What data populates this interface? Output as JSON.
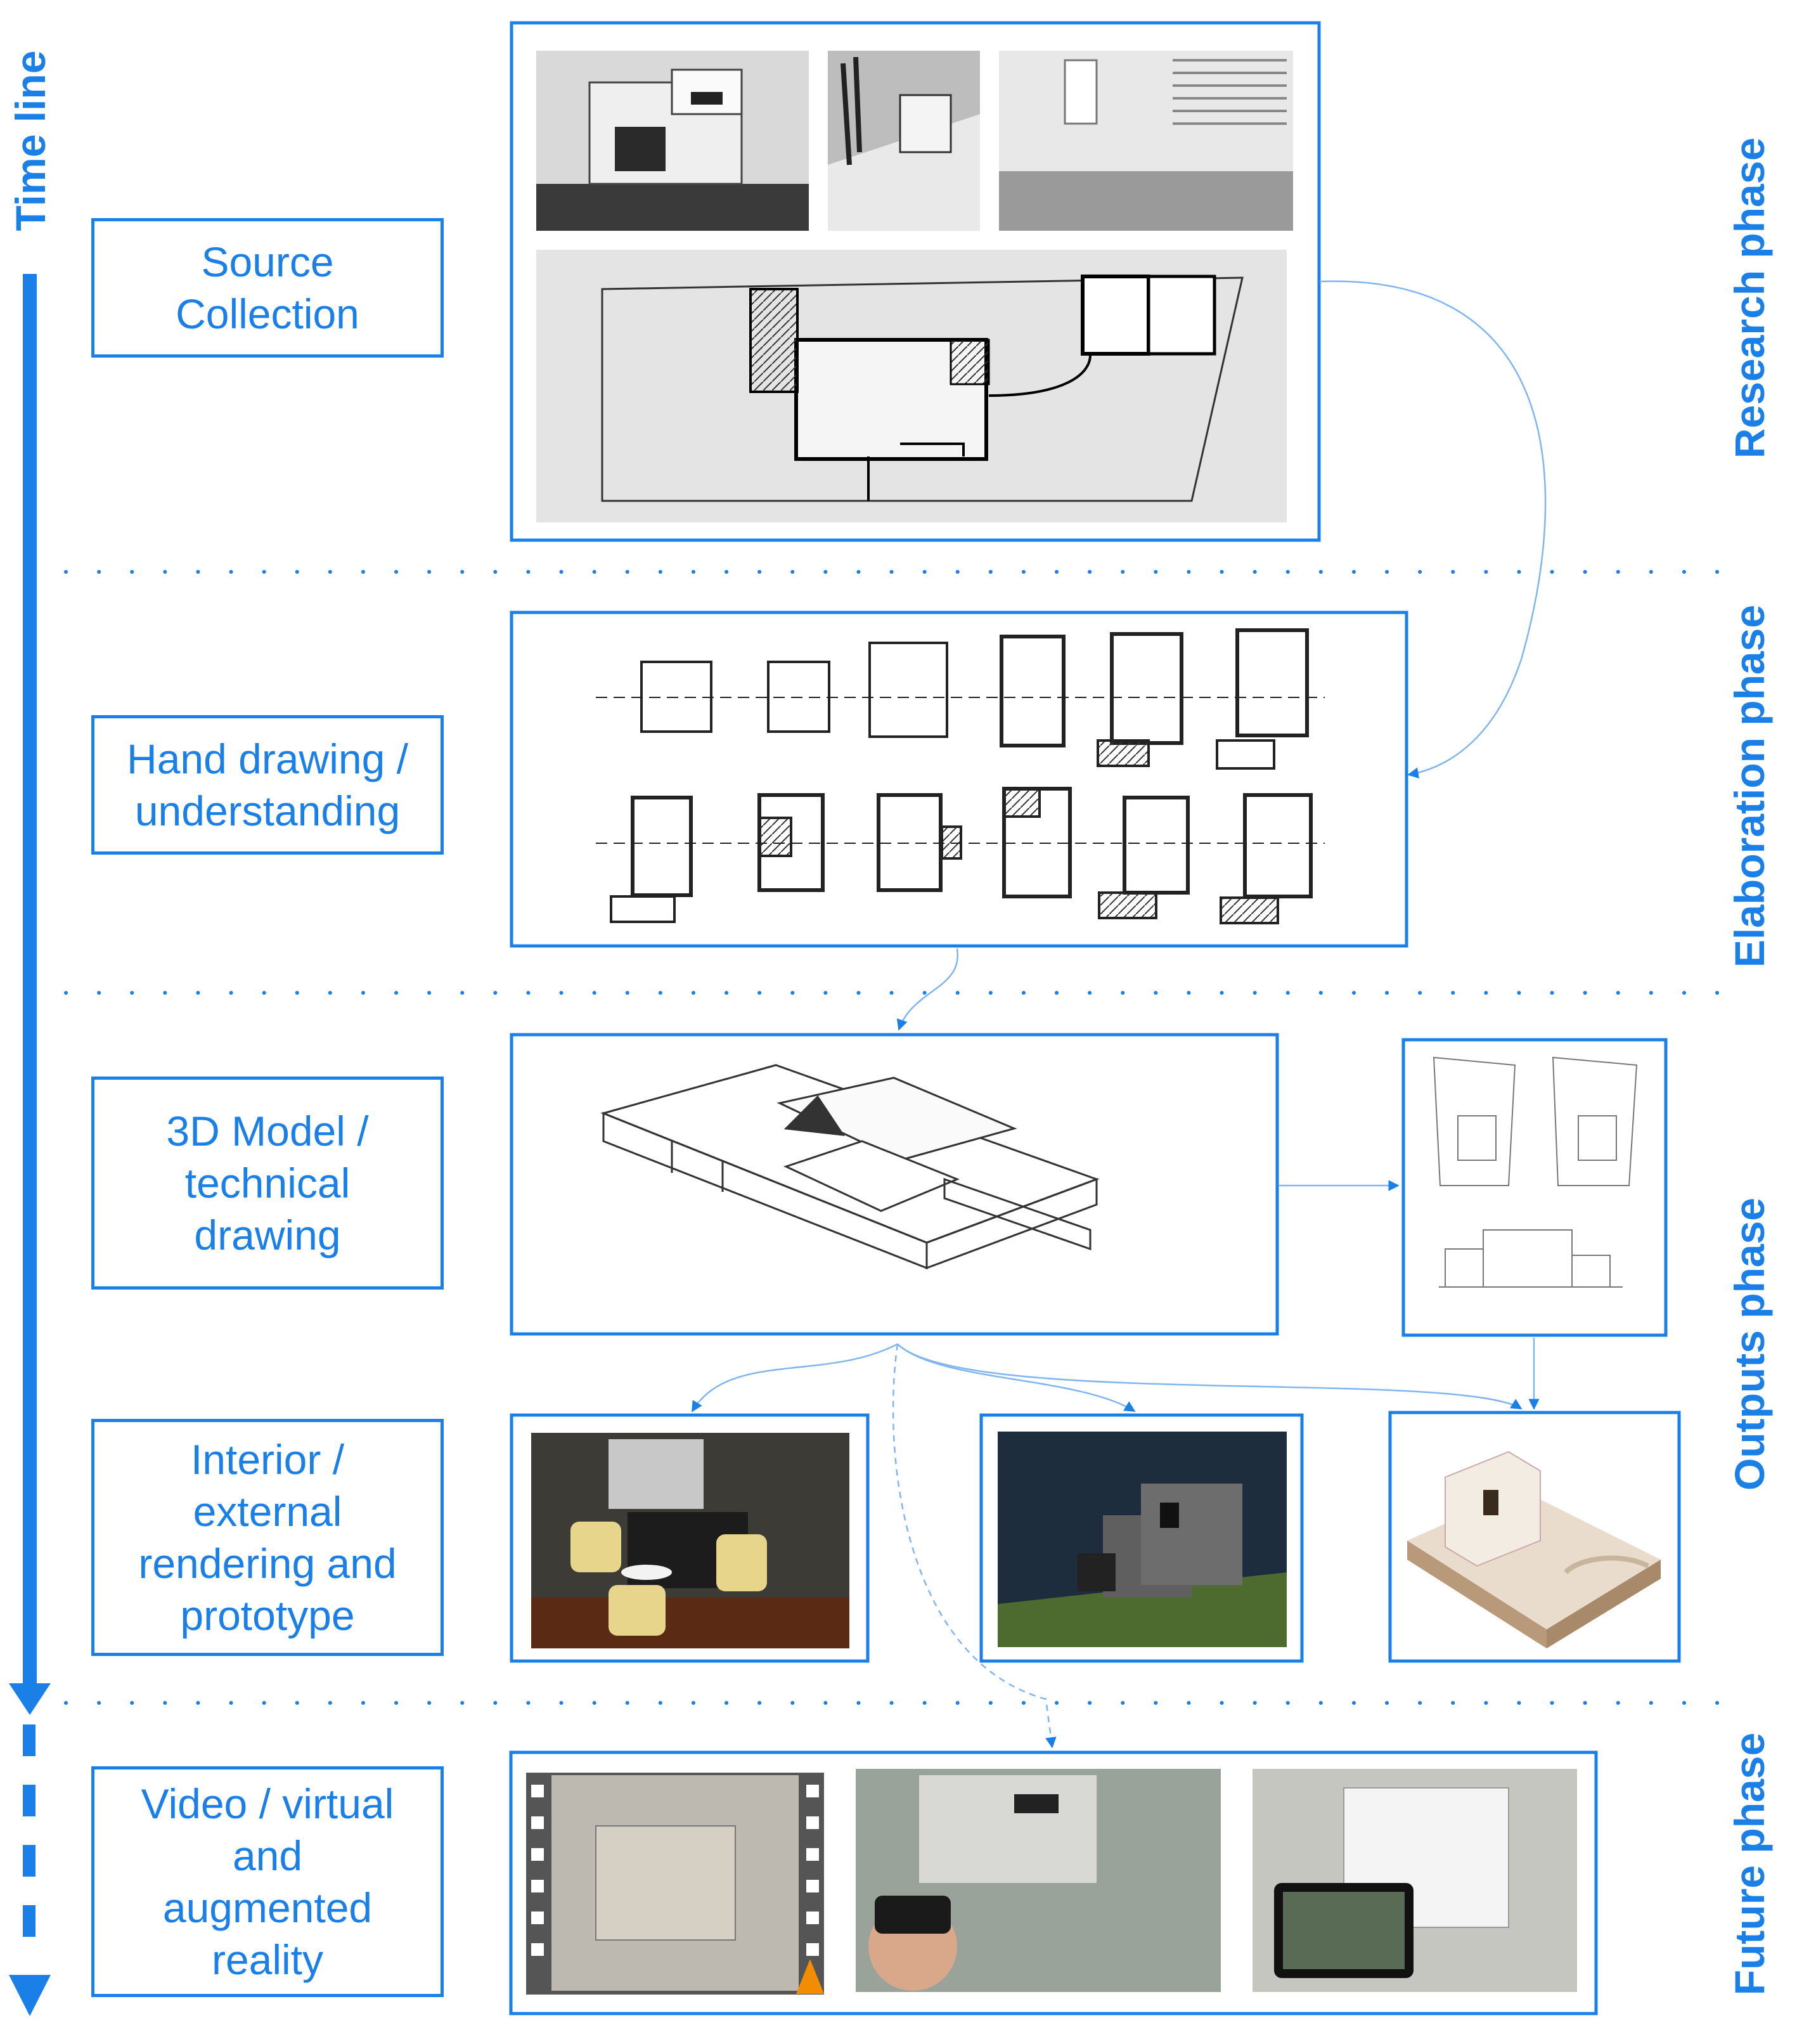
{
  "timeline": {
    "label": "Time line"
  },
  "phases": {
    "research": "Research phase",
    "elaboration": "Elaboration phase",
    "outputs": "Outputs phase",
    "future": "Future phase"
  },
  "steps": {
    "source": [
      "Source",
      "Collection"
    ],
    "hand": [
      "Hand drawing /",
      "understanding"
    ],
    "model": [
      "3D Model /",
      "technical",
      "drawing"
    ],
    "render": [
      "Interior /",
      "external",
      "rendering and",
      "prototype"
    ],
    "video": [
      "Video / virtual",
      "and",
      "augmented",
      "reality"
    ]
  },
  "colors": {
    "accent": "#1a7fe6",
    "connector": "#7fb6ef"
  },
  "images": [
    "exterior-photo",
    "garden-stair-photo",
    "facade-detail-photo",
    "site-floor-plan",
    "hand-sketch-grid",
    "isometric-3d-model",
    "technical-drawings",
    "interior-rendering",
    "exterior-rendering",
    "physical-model-prototype",
    "video-frame",
    "vr-headset-photo",
    "augmented-reality-tablet-photo"
  ]
}
